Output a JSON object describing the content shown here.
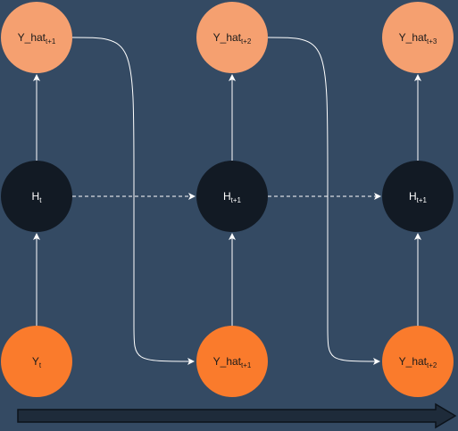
{
  "diagram": {
    "background": "#344a63",
    "colors": {
      "prediction_node": "#f5a070",
      "input_node": "#fa7b2c",
      "hidden_node": "#121a24",
      "edge": "#ffffff",
      "timeline_arrow_fill": "#1e2b3a",
      "label_dark": "#1a1a1a",
      "label_light": "#ffffff"
    },
    "top_row": [
      {
        "base": "Y_hat",
        "sub": "t+1"
      },
      {
        "base": "Y_hat",
        "sub": "t+2"
      },
      {
        "base": "Y_hat",
        "sub": "t+3"
      }
    ],
    "hidden_row": [
      {
        "base": "H",
        "sub": "t"
      },
      {
        "base": "H",
        "sub": "t+1"
      },
      {
        "base": "H",
        "sub": "t+1"
      }
    ],
    "bottom_row": [
      {
        "base": "Y",
        "sub": "t"
      },
      {
        "base": "Y_hat",
        "sub": "t+1"
      },
      {
        "base": "Y_hat",
        "sub": "t+2"
      }
    ]
  }
}
